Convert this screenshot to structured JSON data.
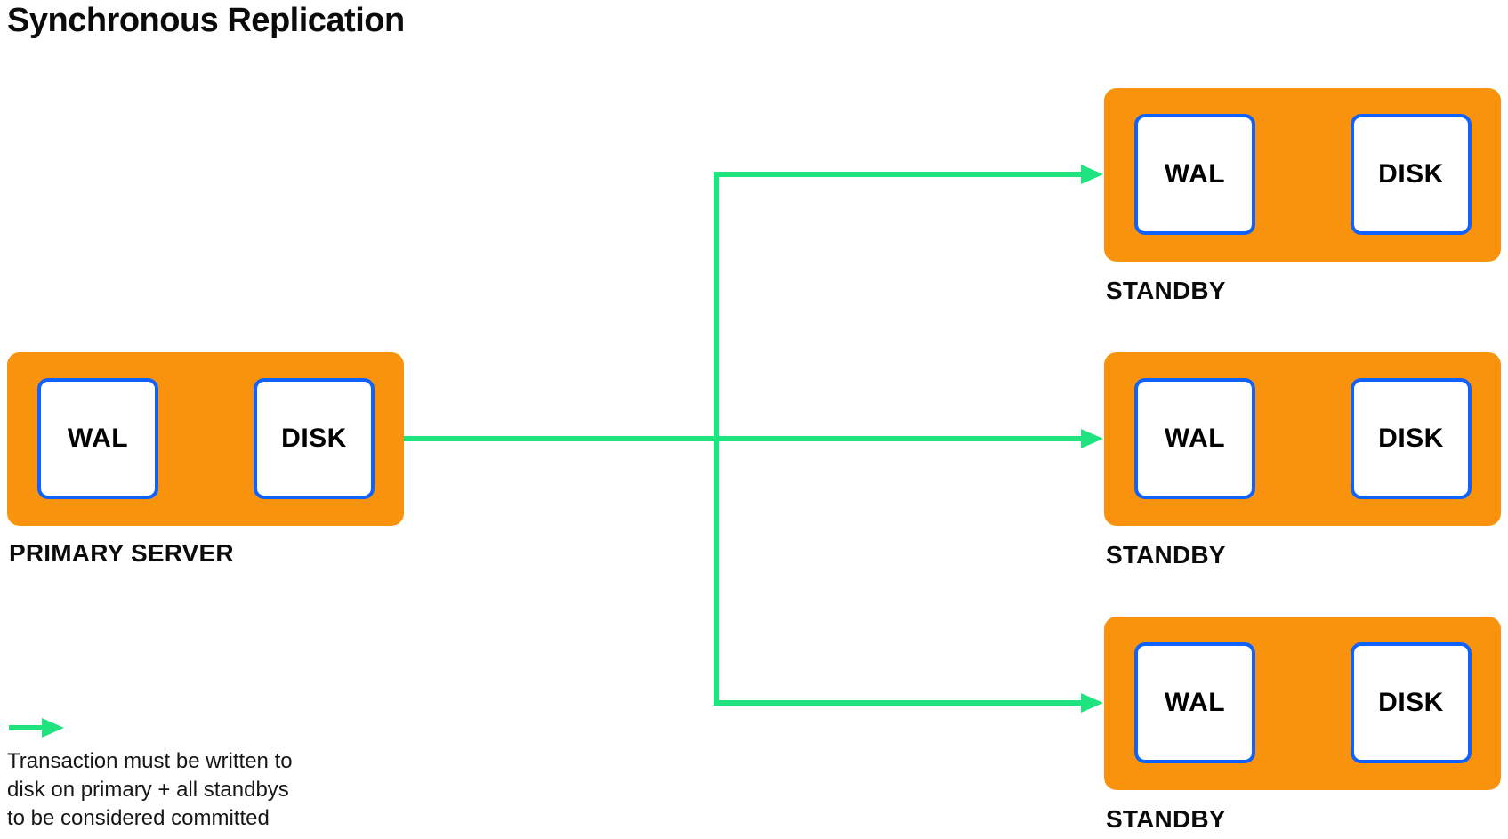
{
  "diagram": {
    "title": "Synchronous Replication",
    "colors": {
      "orange": "#F9930D",
      "blue": "#0F62FE",
      "green": "#1FE37F",
      "ink": "#0B0B0B"
    },
    "primary": {
      "label": "PRIMARY SERVER",
      "nodes": [
        "WAL",
        "DISK"
      ]
    },
    "standbys": [
      {
        "label": "STANDBY",
        "nodes": [
          "WAL",
          "DISK"
        ]
      },
      {
        "label": "STANDBY",
        "nodes": [
          "WAL",
          "DISK"
        ]
      },
      {
        "label": "STANDBY",
        "nodes": [
          "WAL",
          "DISK"
        ]
      }
    ],
    "legend": {
      "lines": [
        "Transaction must be written to",
        "disk on primary + all standbys",
        "to be considered committed"
      ]
    }
  }
}
